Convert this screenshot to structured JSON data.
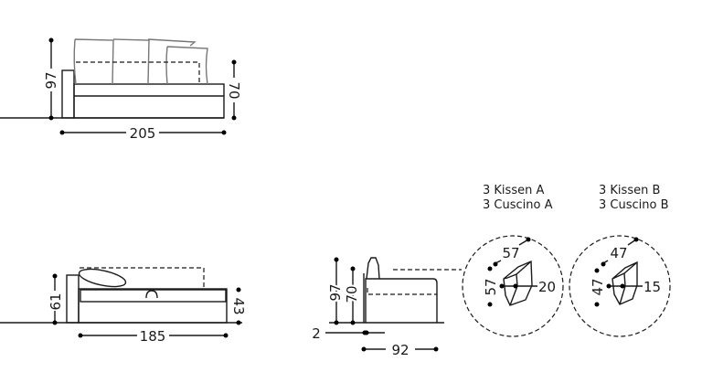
{
  "top_view": {
    "height_total": "97",
    "seat_depth": "70",
    "width": "205"
  },
  "bed_view": {
    "armrest_height": "61",
    "seat_height": "43",
    "length": "185"
  },
  "side_view": {
    "height_total": "97",
    "height_back": "70",
    "gap": "2",
    "depth": "92"
  },
  "cushion_a": {
    "label_de": "3 Kissen A",
    "label_it": "3 Cuscino A",
    "width": "57",
    "height": "57",
    "depth": "20"
  },
  "cushion_b": {
    "label_de": "3 Kissen B",
    "label_it": "3 Cuscino B",
    "width": "47",
    "height": "47",
    "depth": "15"
  }
}
